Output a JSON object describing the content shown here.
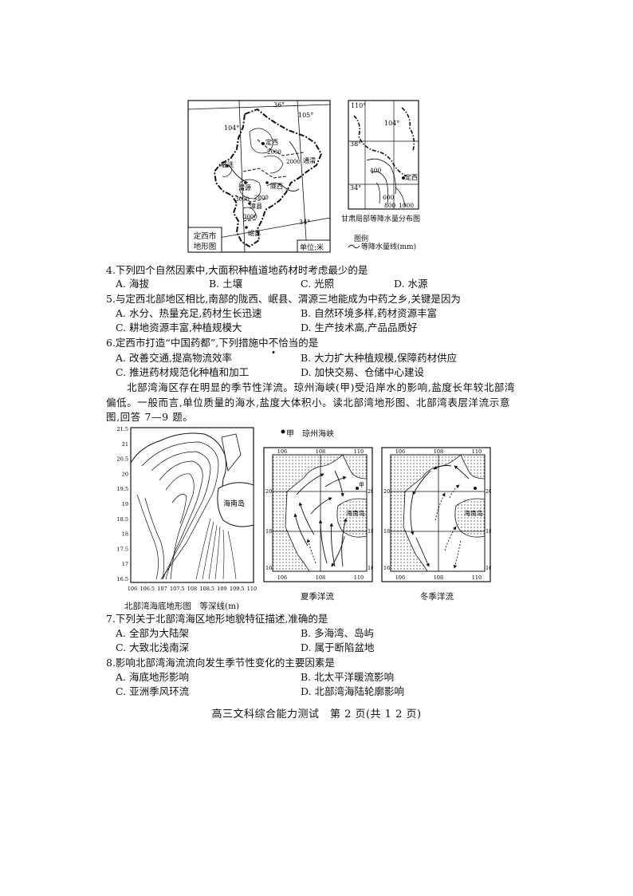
{
  "map1": {
    "lat_top": "36°",
    "lon_right": "105°",
    "lon_left": "104°",
    "lat_bottom": "34°",
    "places": {
      "dingxi": "定西",
      "tongwei": "通渭",
      "lintao": "临洮",
      "weiyuan": "渭源",
      "longxi": "陇西",
      "zhangxian": "漳县",
      "minxian": "岷县"
    },
    "contours": {
      "c2000": "2000",
      "c2000b": "2000",
      "c3000": "3000",
      "c2800": "2800",
      "c3000b": "3000"
    },
    "legend_box": "定西市\n地形图",
    "unit_box": "单位:米"
  },
  "map2": {
    "lon1": "110°",
    "lon2": "104°",
    "lat1": "38°",
    "lat2": "34°",
    "iso": {
      "i400": "400",
      "i600": "600",
      "i800": "800",
      "i1000": "1000"
    },
    "dingxi_label": "定西",
    "title": "甘肃局部等降水量分布图",
    "legend_title": "图例",
    "legend_item": "等降水量线(mm)"
  },
  "q4": {
    "stem": "4.下列四个自然因素中,大面积种植道地药材时考虑最少的是",
    "A": "A. 海拔",
    "B": "B. 土壤",
    "C": "C. 光照",
    "D": "D. 水源"
  },
  "q5": {
    "stem": "5.与定西北部地区相比,南部的陇西、岷县、渭源三地能成为中药之乡,关键是因为",
    "A": "A. 水分、热量充足,药材生长迅速",
    "B": "B. 自然环境多样,药材资源丰富",
    "C": "C. 耕地资源丰富,种植规模大",
    "D": "D. 生产技术高,产品品质好"
  },
  "q6": {
    "stem_a": "6.定西市打造“中国药都”,下列措施中",
    "stem_b": "不",
    "stem_c": "恰当的是",
    "A": "A. 改善交通,提高物流效率",
    "B": "B. 大力扩大种植规模,保障药材供应",
    "C": "C. 推进药材规范化种植和加工",
    "D": "D. 加快交易、仓储中心建设"
  },
  "passage": "北部湾海区存在明显的季节性洋流。琼州海峡(甲)受沿岸水的影响,盐度长年较北部湾偏低。一般而言,单位质量的海水,盐度大体积小。读北部湾地形图、北部湾表层洋流示意图,回答 7—9 题。",
  "bay_map": {
    "y_ticks": [
      "21.5",
      "21",
      "20.5",
      "20",
      "19.5",
      "19",
      "18.5",
      "18",
      "17.5",
      "17",
      "16.5"
    ],
    "x_ticks": [
      "106",
      "106.5",
      "107",
      "107.5",
      "108",
      "108.5",
      "109",
      "109.5",
      "110"
    ],
    "island": "海南岛",
    "caption_a": "北部湾海底地形图",
    "caption_b": "等深线(m)"
  },
  "current_maps": {
    "marker": "甲",
    "legend": "琼州海峡",
    "top_ticks": [
      "106",
      "108",
      "110"
    ],
    "left_ticks": [
      "20",
      "18",
      "16"
    ],
    "island": "海南岛",
    "summer": "夏季洋流",
    "winter": "冬季洋流"
  },
  "q7": {
    "stem": "7.下列关于北部湾海区地形地貌特征描述,准确的是",
    "A": "A. 全部为大陆架",
    "B": "B. 多海湾、岛屿",
    "C": "C. 大致北浅南深",
    "D": "D. 属于断陷盆地"
  },
  "q8": {
    "stem": "8.影响北部湾海流流向发生季节性变化的主要因素是",
    "A": "A. 海底地形影响",
    "B": "B. 北太平洋暖流影响",
    "C": "C. 亚洲季风环流",
    "D": "D. 北部湾海陆轮廓影响"
  },
  "footer": "高三文科综合能力测试　第 2 页(共 1 2 页)"
}
